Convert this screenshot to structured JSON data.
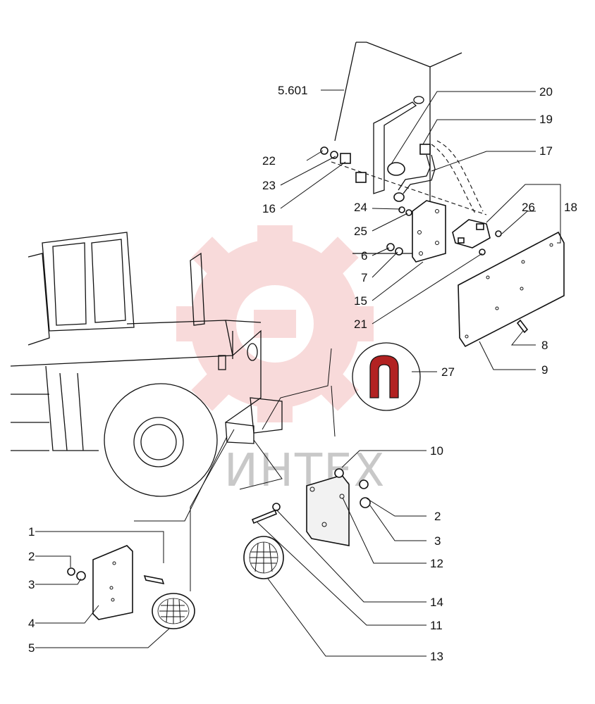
{
  "diagram": {
    "section_ref": "5.601",
    "watermark": "ИНТЕХ",
    "callouts": [
      "1",
      "2",
      "3",
      "4",
      "5",
      "6",
      "7",
      "8",
      "9",
      "10",
      "11",
      "12",
      "13",
      "14",
      "15",
      "16",
      "17",
      "18",
      "19",
      "20",
      "21",
      "22",
      "23",
      "24",
      "25",
      "26",
      "27"
    ],
    "callouts_second": {
      "2": "2",
      "3": "3"
    },
    "colors": {
      "ink": "#111111",
      "watermark_logo": "#f4bcbc",
      "watermark_text": "#c8c8c8"
    }
  }
}
